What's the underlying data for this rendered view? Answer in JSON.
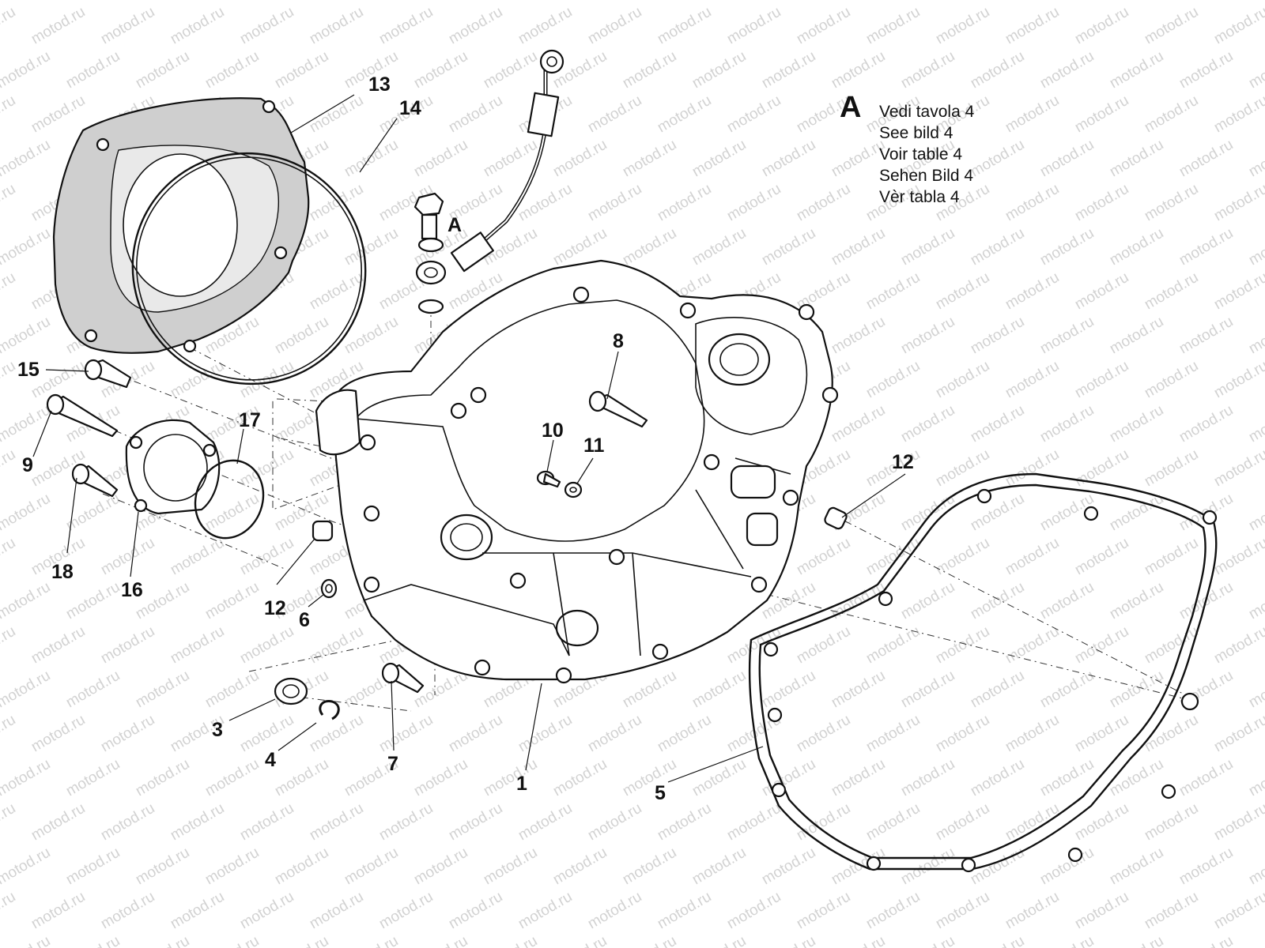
{
  "watermark": "motod.ru",
  "legend": {
    "letter": "A",
    "lines": [
      "Vedi tavola 4",
      "See bild 4",
      "Voir table 4",
      "Sehen Bild 4",
      "Vèr tabla 4"
    ]
  },
  "callouts": {
    "c1": "1",
    "c3": "3",
    "c4": "4",
    "c5": "5",
    "c6": "6",
    "c7": "7",
    "c8": "8",
    "c9": "9",
    "c10": "10",
    "c11": "11",
    "c12a": "12",
    "c12b": "12",
    "c13": "13",
    "c14": "14",
    "c15": "15",
    "c16": "16",
    "c17": "17",
    "c18": "18",
    "cA": "A"
  }
}
